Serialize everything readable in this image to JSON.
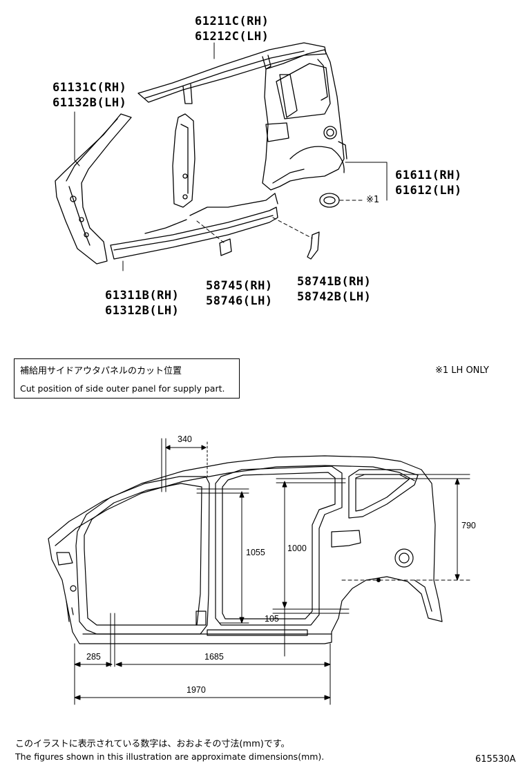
{
  "labels": {
    "roof_rail": [
      "61211C(RH)",
      "61212C(LH)"
    ],
    "front_pillar": [
      "61131C(RH)",
      "61132B(LH)"
    ],
    "quarter_panel": [
      "61611(RH)",
      "61612(LH)"
    ],
    "fuel_lid_ref": "※1",
    "rocker": [
      "61311B(RH)",
      "61312B(LH)"
    ],
    "patch_a": [
      "58745(RH)",
      "58746(LH)"
    ],
    "patch_b": [
      "58741B(RH)",
      "58742B(LH)"
    ]
  },
  "cut_box": {
    "jp": "補給用サイドアウタパネルのカット位置",
    "en": "Cut position of side outer panel for supply part."
  },
  "lh_only_note": "※1 LH ONLY",
  "dimensions": {
    "d340": "340",
    "d790": "790",
    "d1055": "1055",
    "d1000": "1000",
    "d105": "105",
    "d285": "285",
    "d1685": "1685",
    "d1970": "1970"
  },
  "footer": {
    "jp": "このイラストに表示されている数字は、おおよその寸法(mm)です。",
    "en": "The figures shown in this illustration are approximate dimensions(mm).",
    "code": "615530A"
  }
}
